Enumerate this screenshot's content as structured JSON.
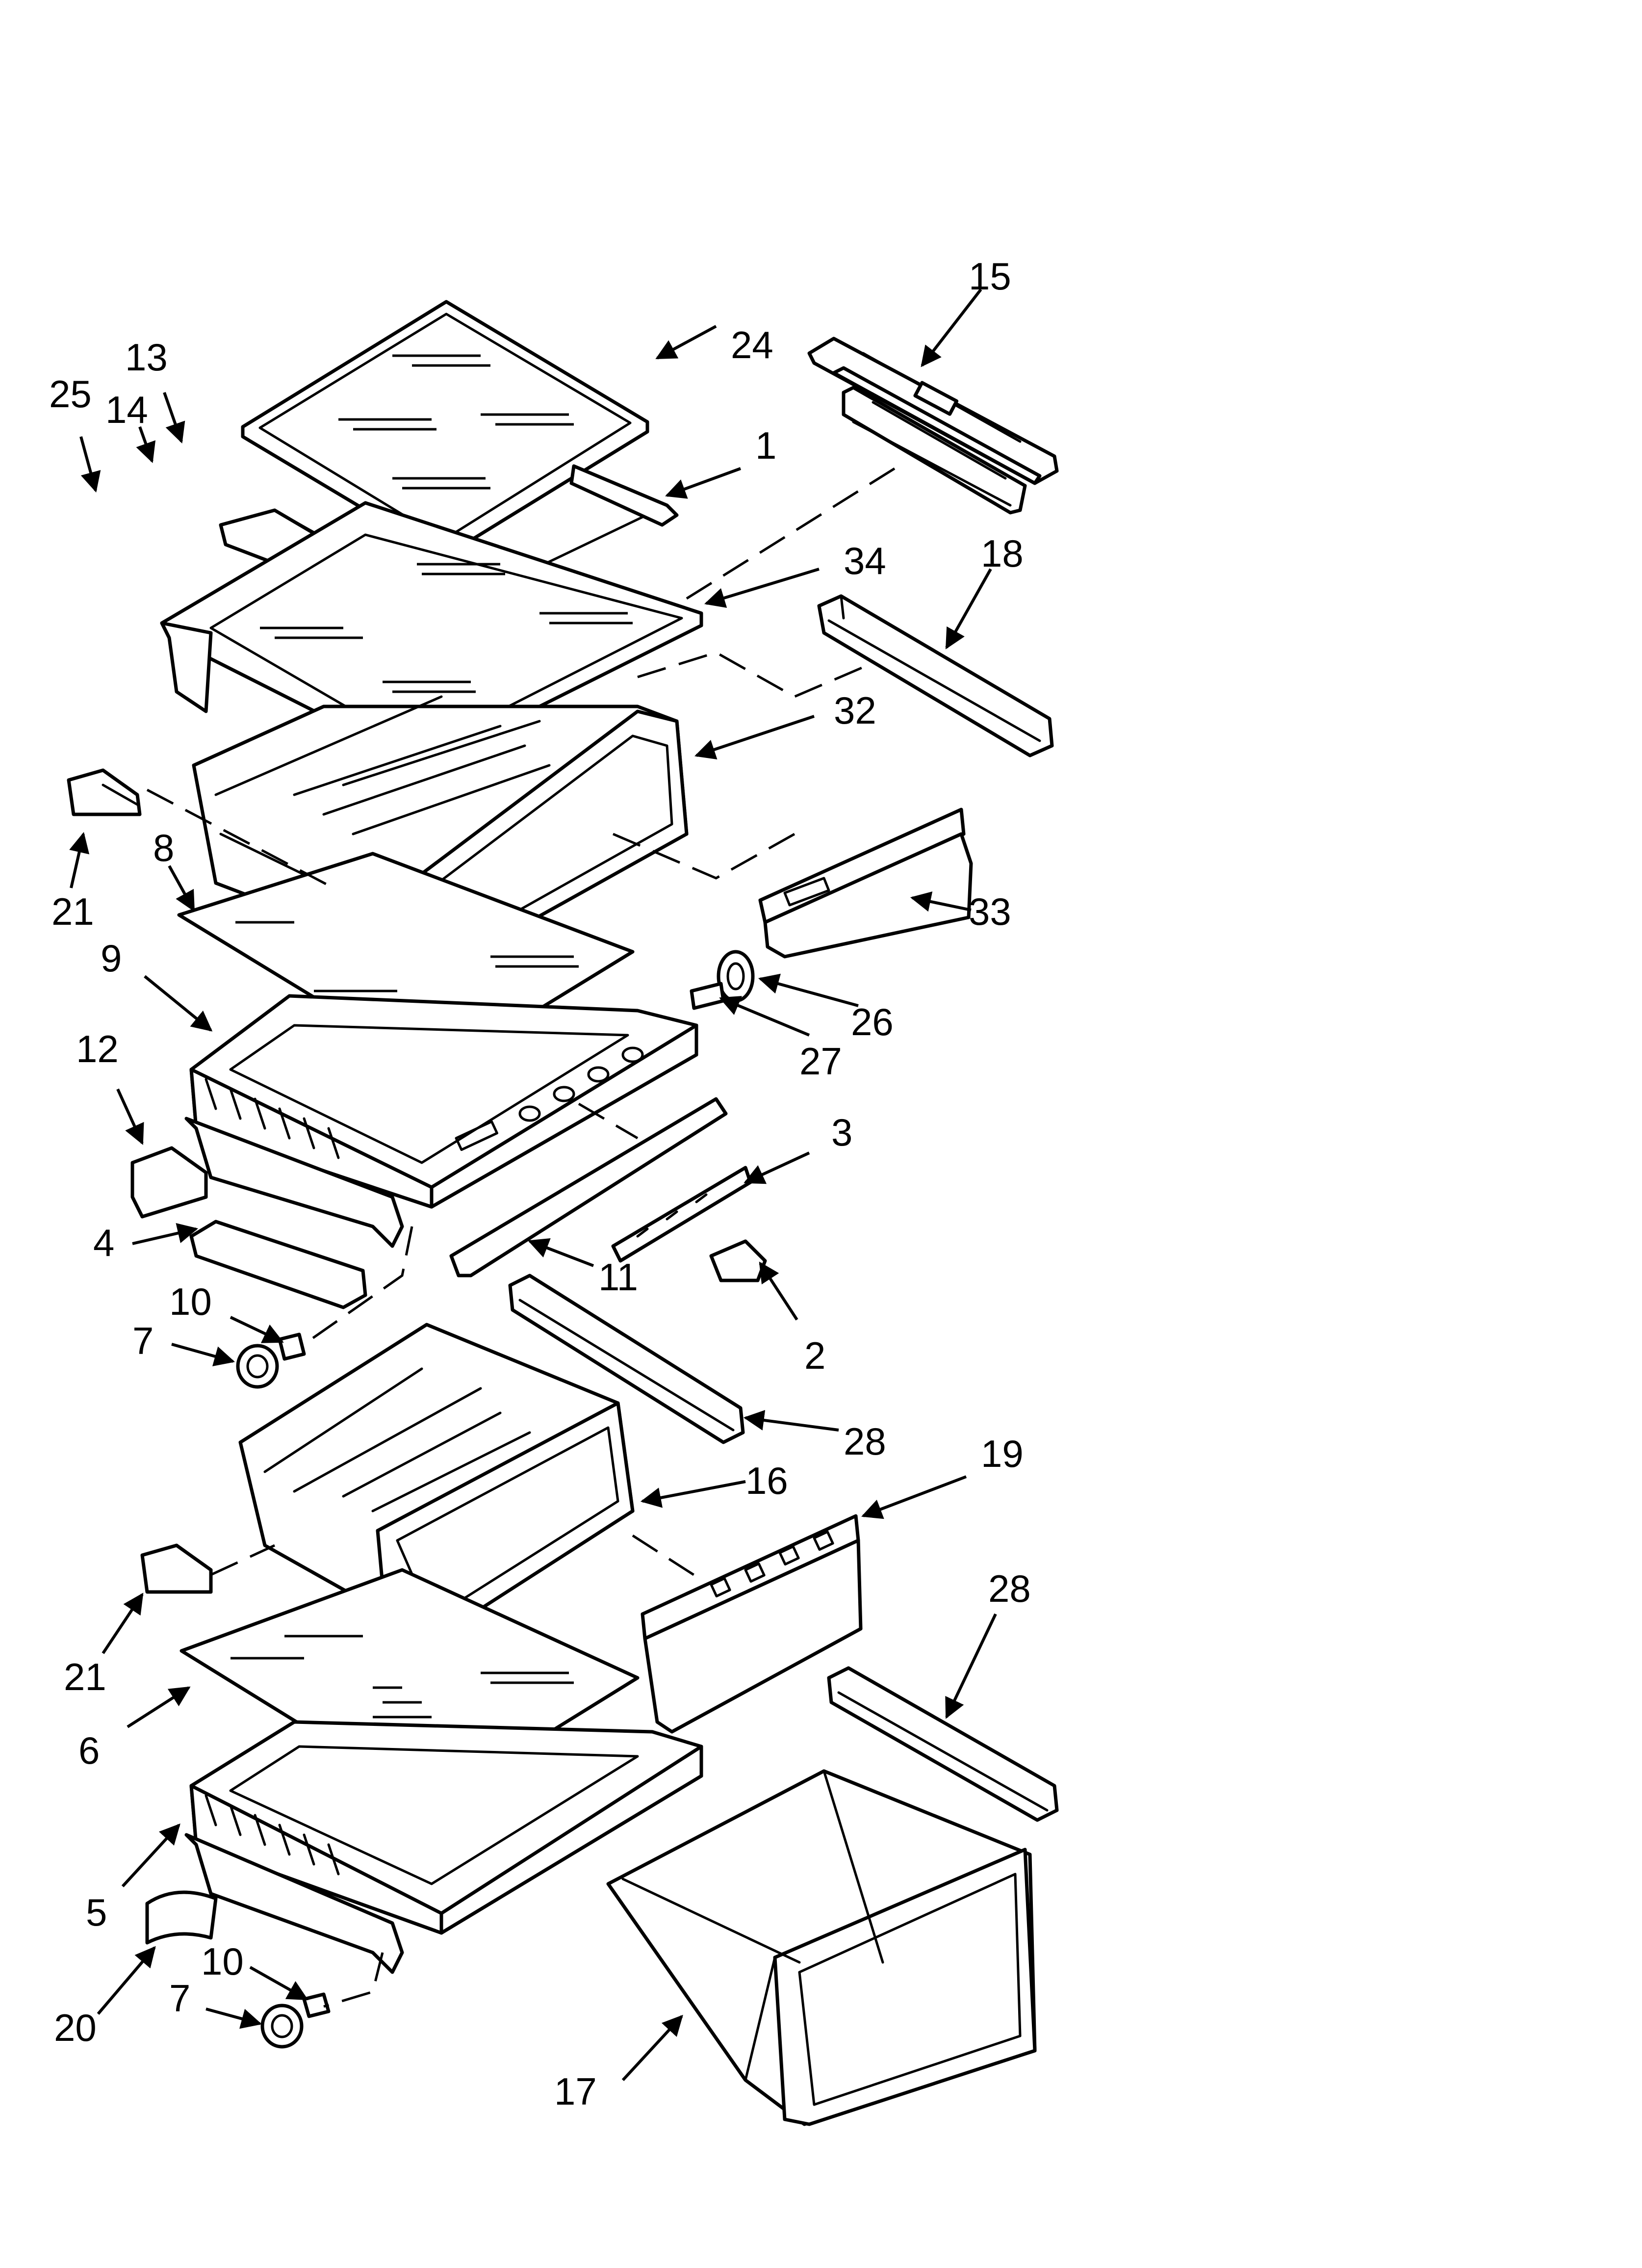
{
  "callouts": [
    {
      "id": "c15a",
      "text": "15"
    },
    {
      "id": "c24",
      "text": "24"
    },
    {
      "id": "c13",
      "text": "13"
    },
    {
      "id": "c25",
      "text": "25"
    },
    {
      "id": "c14",
      "text": "14"
    },
    {
      "id": "c1",
      "text": "1"
    },
    {
      "id": "c34",
      "text": "34"
    },
    {
      "id": "c18",
      "text": "18"
    },
    {
      "id": "c32",
      "text": "32"
    },
    {
      "id": "c21a",
      "text": "21"
    },
    {
      "id": "c8",
      "text": "8"
    },
    {
      "id": "c33",
      "text": "33"
    },
    {
      "id": "c9",
      "text": "9"
    },
    {
      "id": "c26",
      "text": "26"
    },
    {
      "id": "c27",
      "text": "27"
    },
    {
      "id": "c12",
      "text": "12"
    },
    {
      "id": "c3",
      "text": "3"
    },
    {
      "id": "c4",
      "text": "4"
    },
    {
      "id": "c11",
      "text": "11"
    },
    {
      "id": "c10a",
      "text": "10"
    },
    {
      "id": "c7a",
      "text": "7"
    },
    {
      "id": "c2",
      "text": "2"
    },
    {
      "id": "c28a",
      "text": "28"
    },
    {
      "id": "c16",
      "text": "16"
    },
    {
      "id": "c19",
      "text": "19"
    },
    {
      "id": "c21b",
      "text": "21"
    },
    {
      "id": "c28b",
      "text": "28"
    },
    {
      "id": "c6",
      "text": "6"
    },
    {
      "id": "c5",
      "text": "5"
    },
    {
      "id": "c10b",
      "text": "10"
    },
    {
      "id": "c20",
      "text": "20"
    },
    {
      "id": "c7b",
      "text": "7"
    },
    {
      "id": "c17",
      "text": "17"
    }
  ]
}
